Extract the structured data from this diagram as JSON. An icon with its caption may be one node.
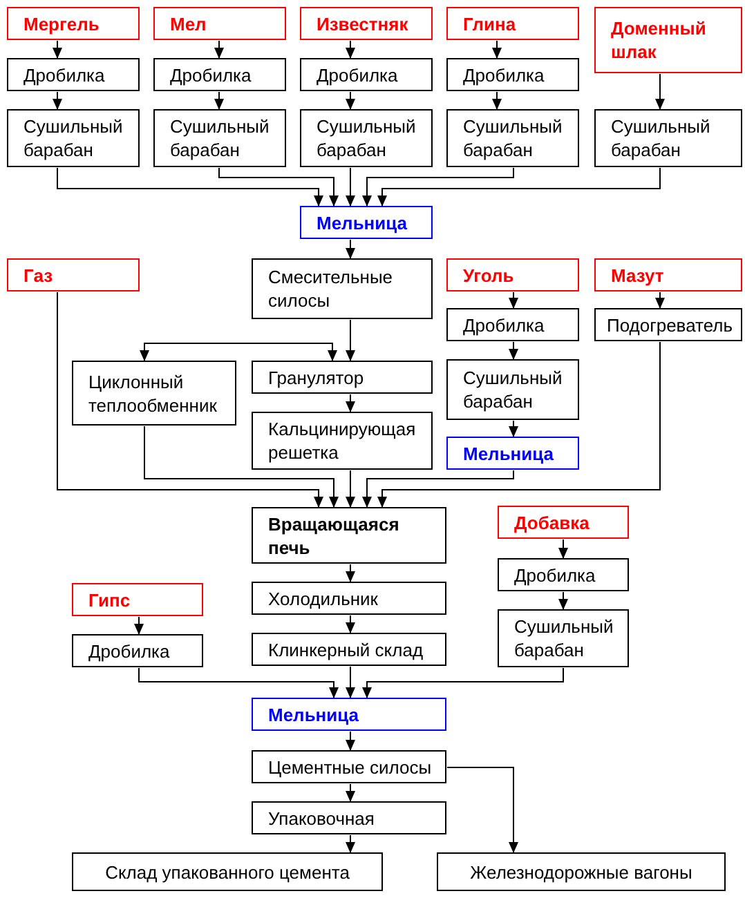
{
  "diagram": {
    "nodes": [
      {
        "text": [
          "Мергель"
        ]
      },
      {
        "text": [
          "Мел"
        ]
      },
      {
        "text": [
          "Известняк"
        ]
      },
      {
        "text": [
          "Глина"
        ]
      },
      {
        "text": [
          "Доменный шлак"
        ]
      },
      {
        "text": [
          "Дробилка"
        ]
      },
      {
        "text": [
          "Дробилка"
        ]
      },
      {
        "text": [
          "Дробилка"
        ]
      },
      {
        "text": [
          "Дробилка"
        ]
      },
      {
        "text": [
          "Сушильный барабан"
        ]
      },
      {
        "text": [
          "Сушильный барабан"
        ]
      },
      {
        "text": [
          "Сушильный барабан"
        ]
      },
      {
        "text": [
          "Сушильный барабан"
        ]
      },
      {
        "text": [
          "Сушильный барабан"
        ]
      },
      {
        "text": [
          "Мельница"
        ]
      },
      {
        "text": [
          "Газ"
        ]
      },
      {
        "text": [
          "Смесительные силосы"
        ]
      },
      {
        "text": [
          "Уголь"
        ]
      },
      {
        "text": [
          "Мазут"
        ]
      },
      {
        "text": [
          "Дробилка"
        ]
      },
      {
        "text": [
          "Подогреватель"
        ]
      },
      {
        "text": [
          "Циклонный теплообменник"
        ]
      },
      {
        "text": [
          "Гранулятор"
        ]
      },
      {
        "text": [
          "Сушильный барабан"
        ]
      },
      {
        "text": [
          "Кальцинирующая решетка"
        ]
      },
      {
        "text": [
          "Мельница"
        ]
      },
      {
        "text": [
          "Вращающаяся печь"
        ]
      },
      {
        "text": [
          "Добавка"
        ]
      },
      {
        "text": [
          "Дробилка"
        ]
      },
      {
        "text": [
          "Гипс"
        ]
      },
      {
        "text": [
          "Холодильник"
        ]
      },
      {
        "text": [
          "Сушильный барабан"
        ]
      },
      {
        "text": [
          "Дробилка"
        ]
      },
      {
        "text": [
          "Клинкерный склад"
        ]
      },
      {
        "text": [
          "Мельница"
        ]
      },
      {
        "text": [
          "Цементные силосы"
        ]
      },
      {
        "text": [
          "Упаковочная"
        ]
      },
      {
        "text": [
          "Склад упакованного цемента"
        ]
      },
      {
        "text": [
          "Железнодорожные вагоны"
        ]
      }
    ],
    "edges": [
      {
        "from": 0,
        "to": 5,
        "arrow": "to"
      },
      {
        "from": 1,
        "to": 6,
        "arrow": "to"
      },
      {
        "from": 2,
        "to": 7,
        "arrow": "to"
      },
      {
        "from": 3,
        "to": 8,
        "arrow": "to"
      },
      {
        "from": 5,
        "to": 9,
        "arrow": "to"
      },
      {
        "from": 6,
        "to": 10,
        "arrow": "to"
      },
      {
        "from": 7,
        "to": 11,
        "arrow": "to"
      },
      {
        "from": 8,
        "to": 12,
        "arrow": "to"
      },
      {
        "from": 4,
        "to": 13,
        "arrow": "to"
      },
      {
        "from": 9,
        "to": 14,
        "arrow": "to"
      },
      {
        "from": 10,
        "to": 14,
        "arrow": "to"
      },
      {
        "from": 11,
        "to": 14,
        "arrow": "to"
      },
      {
        "from": 12,
        "to": 14,
        "arrow": "to"
      },
      {
        "from": 13,
        "to": 14,
        "arrow": "to"
      },
      {
        "from": 14,
        "to": 16,
        "arrow": "to"
      },
      {
        "from": 17,
        "to": 19,
        "arrow": "to"
      },
      {
        "from": 18,
        "to": 20,
        "arrow": "to"
      },
      {
        "from": 16,
        "to": 22,
        "arrow": "to"
      },
      {
        "from": 21,
        "to": 22,
        "arrow": "both"
      },
      {
        "from": 19,
        "to": 23,
        "arrow": "to"
      },
      {
        "from": 22,
        "to": 24,
        "arrow": "to"
      },
      {
        "from": 23,
        "to": 25,
        "arrow": "to"
      },
      {
        "from": 15,
        "to": 26,
        "arrow": "to"
      },
      {
        "from": 21,
        "to": 26,
        "arrow": "to"
      },
      {
        "from": 24,
        "to": 26,
        "arrow": "to"
      },
      {
        "from": 25,
        "to": 26,
        "arrow": "to"
      },
      {
        "from": 20,
        "to": 26,
        "arrow": "to"
      },
      {
        "from": 27,
        "to": 28,
        "arrow": "to"
      },
      {
        "from": 29,
        "to": 32,
        "arrow": "to"
      },
      {
        "from": 26,
        "to": 30,
        "arrow": "to"
      },
      {
        "from": 28,
        "to": 31,
        "arrow": "to"
      },
      {
        "from": 30,
        "to": 33,
        "arrow": "to"
      },
      {
        "from": 32,
        "to": 34,
        "arrow": "to"
      },
      {
        "from": 33,
        "to": 34,
        "arrow": "to"
      },
      {
        "from": 31,
        "to": 34,
        "arrow": "to"
      },
      {
        "from": 34,
        "to": 35,
        "arrow": "to"
      },
      {
        "from": 35,
        "to": 36,
        "arrow": "to"
      },
      {
        "from": 35,
        "to": 38,
        "arrow": "to"
      },
      {
        "from": 36,
        "to": 37,
        "arrow": "to"
      }
    ]
  }
}
